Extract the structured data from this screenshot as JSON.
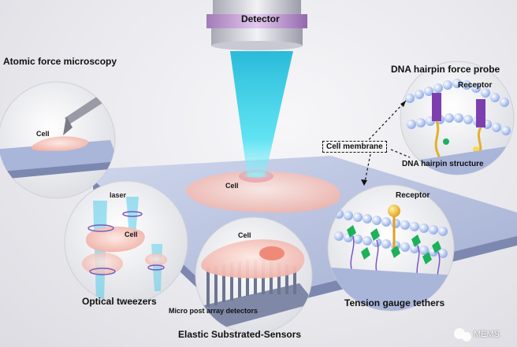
{
  "labels": {
    "detector": "Detector",
    "afm_title": "Atomic force microscopy",
    "afm_cell": "Cell",
    "center_cell": "Cell",
    "laser": "laser",
    "ot_cell": "Cell",
    "optical_tweezers": "Optical tweezers",
    "elastic_cell": "Cell",
    "micro_post": "Micro post array detectors",
    "elastic_title": "Elastic Substrated-Sensors",
    "dna_title": "DNA hairpin force probe",
    "dna_receptor": "Receptor",
    "cell_membrane": "Cell membrane",
    "dna_hairpin_structure": "DNA hairpin structure",
    "tgt_receptor": "Receptor",
    "tension_gauge": "Tension gauge tethers",
    "watermark": "MEMS"
  },
  "colors": {
    "beam": "#3fd6ee",
    "cell": "#f3b6b0",
    "platform": "#b8c4e0",
    "probe_purple": "#7d3fb0",
    "linker_green": "#1db15a",
    "lipid_blue": "#9fb6e8"
  }
}
